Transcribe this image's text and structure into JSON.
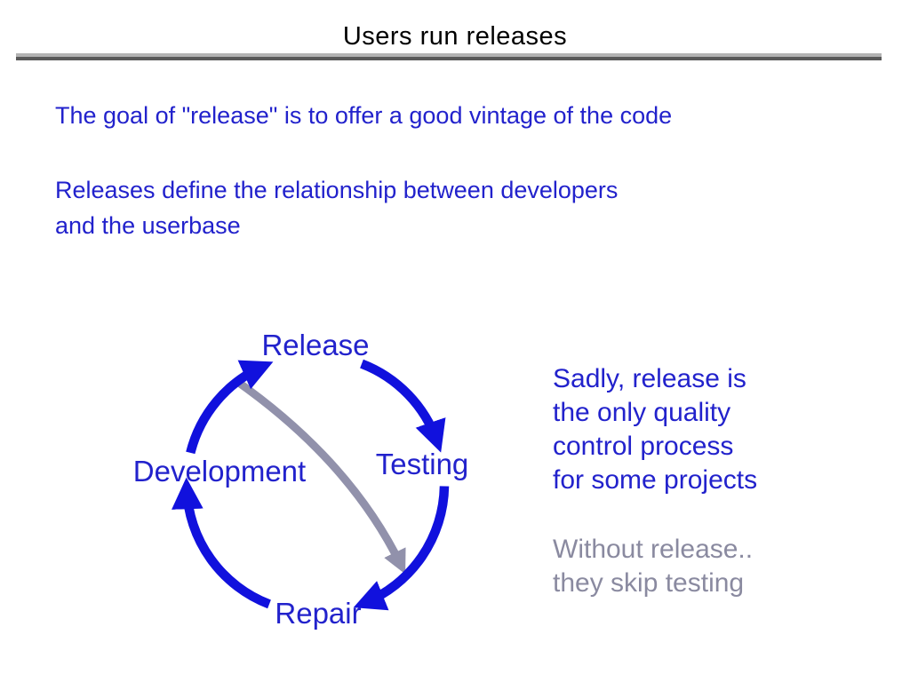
{
  "title": "Users run releases",
  "intro": {
    "goal": "The goal of \"release\" is to offer a good vintage of the code",
    "relationship_line1": "Releases define the relationship between developers",
    "relationship_line2": "and the userbase"
  },
  "diagram": {
    "nodes": [
      {
        "label": "Release"
      },
      {
        "label": "Testing"
      },
      {
        "label": "Repair"
      },
      {
        "label": "Development"
      }
    ],
    "arrows": [
      {
        "from": "Release",
        "to": "Testing",
        "style": "blue-arc"
      },
      {
        "from": "Testing",
        "to": "Repair",
        "style": "blue-arc"
      },
      {
        "from": "Repair",
        "to": "Development",
        "style": "blue-arc"
      },
      {
        "from": "Development",
        "to": "Release",
        "style": "blue-arc"
      },
      {
        "from": "Release",
        "to": "Repair",
        "style": "gray-shortcut"
      }
    ]
  },
  "side_note": {
    "lines": [
      "Sadly, release is",
      "the only quality",
      "control process",
      "for some projects"
    ]
  },
  "gray_note": {
    "lines": [
      "Without release..",
      "they skip testing"
    ]
  },
  "colors": {
    "title_black": "#000000",
    "text_blue": "#2222cc",
    "arrow_blue": "#1111dd",
    "shortcut_gray": "#9191ab",
    "muted_gray": "#8a8aa0",
    "divider_light": "#b3b3b3",
    "divider_dark": "#595959"
  }
}
